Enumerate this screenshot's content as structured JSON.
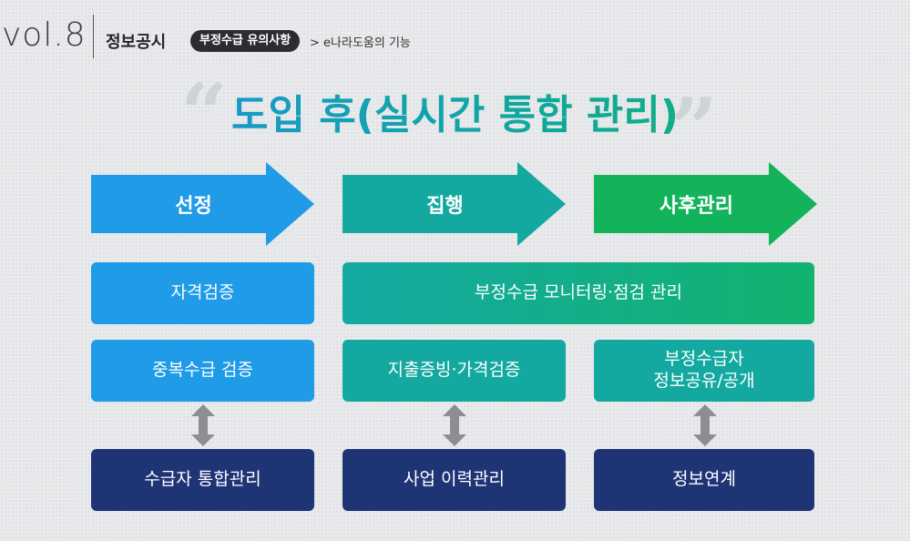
{
  "header": {
    "vol": "vol.8",
    "section": "정보공시",
    "pill": "부정수급 유의사항",
    "breadcrumb": "> e나라도움의 기능"
  },
  "title": "도입 후(실시간 통합 관리)",
  "stages": [
    {
      "label": "선정",
      "color": "#1f9be8"
    },
    {
      "label": "집행",
      "color": "#13a9a0"
    },
    {
      "label": "사후관리",
      "color": "#12b35a"
    }
  ],
  "row1": {
    "left": "자격검증",
    "wide": "부정수급 모니터링·점검 관리"
  },
  "row2": {
    "col1": "중복수급 검증",
    "col2": "지출증빙·가격검증",
    "col3_line1": "부정수급자",
    "col3_line2": "정보공유/공개"
  },
  "row3": {
    "col1": "수급자 통합관리",
    "col2": "사업 이력관리",
    "col3": "정보연계"
  },
  "colors": {
    "blue": "#1f9be8",
    "teal": "#13a9a0",
    "green": "#12b35a",
    "navy": "#1f3475",
    "gray": "#8c8e92"
  }
}
